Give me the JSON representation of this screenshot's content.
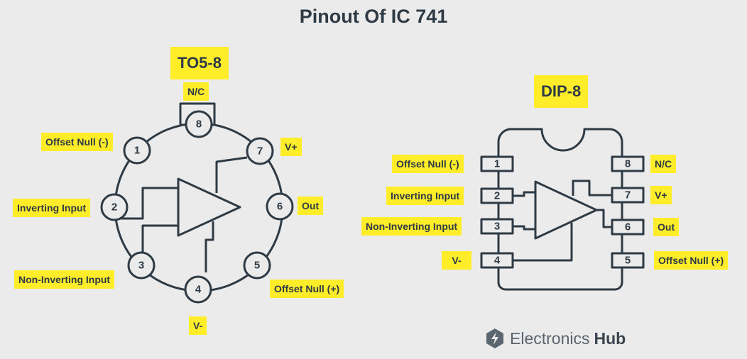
{
  "title": "Pinout Of IC 741",
  "to5": {
    "package": "TO5-8",
    "pins": [
      {
        "num": "1",
        "label": "Offset Null (-)"
      },
      {
        "num": "2",
        "label": "Inverting Input"
      },
      {
        "num": "3",
        "label": "Non-Inverting Input"
      },
      {
        "num": "4",
        "label": "V-"
      },
      {
        "num": "5",
        "label": "Offset Null (+)"
      },
      {
        "num": "6",
        "label": "Out"
      },
      {
        "num": "7",
        "label": "V+"
      },
      {
        "num": "8",
        "label": "N/C"
      }
    ]
  },
  "dip": {
    "package": "DIP-8",
    "pins": [
      {
        "num": "1",
        "label": "Offset Null (-)"
      },
      {
        "num": "2",
        "label": "Inverting Input"
      },
      {
        "num": "3",
        "label": "Non-Inverting Input"
      },
      {
        "num": "4",
        "label": "V-"
      },
      {
        "num": "5",
        "label": "Offset Null (+)"
      },
      {
        "num": "6",
        "label": "Out"
      },
      {
        "num": "7",
        "label": "V+"
      },
      {
        "num": "8",
        "label": "N/C"
      }
    ]
  },
  "brand": {
    "name_light": "Electronics",
    "name_bold": "Hub",
    "icon": "electronics-hub-logo-icon"
  }
}
